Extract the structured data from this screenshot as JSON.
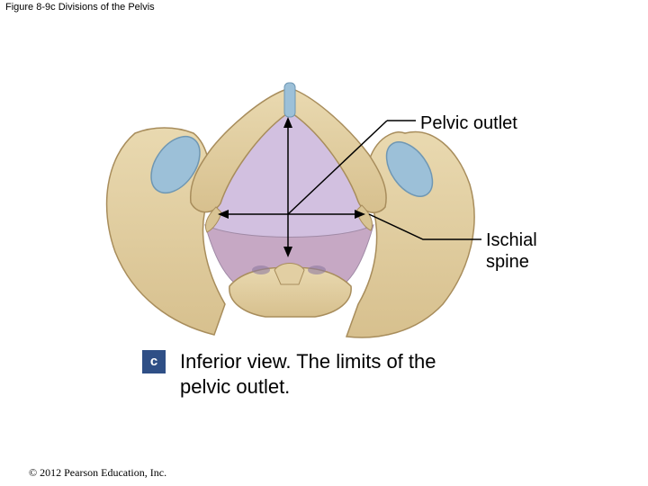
{
  "figure_title": "Figure 8-9c  Divisions of the Pelvis",
  "labels": {
    "pelvic_outlet": "Pelvic outlet",
    "ischial_spine": "Ischial spine"
  },
  "panel": {
    "letter": "c",
    "caption": "Inferior view. The limits of the pelvic outlet."
  },
  "copyright": "© 2012 Pearson Education, Inc.",
  "colors": {
    "bone": "#e4d2a4",
    "bone_shadow": "#c3a877",
    "outlet_fill": "#d2c0e0",
    "cartilage": "#9cc0d8",
    "badge": "#2f4f86"
  }
}
